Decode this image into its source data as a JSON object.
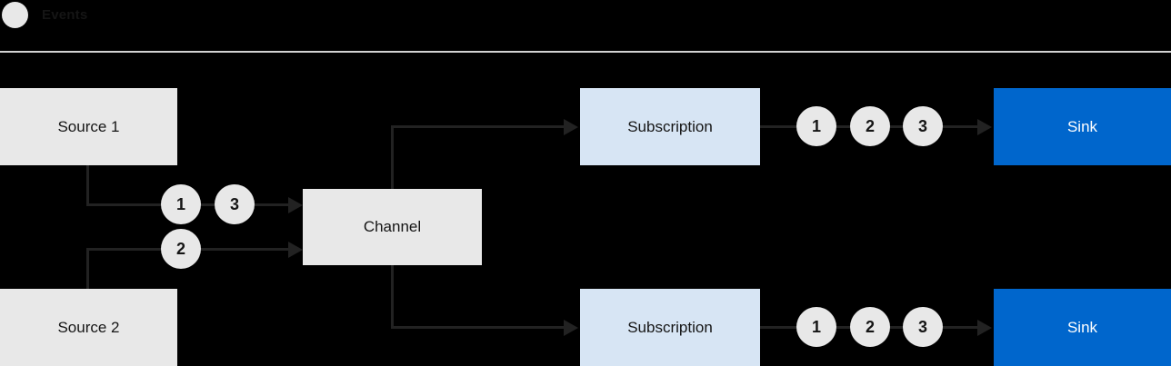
{
  "legend": {
    "label": "Events"
  },
  "nodes": {
    "source1": "Source 1",
    "source2": "Source 2",
    "channel": "Channel",
    "subscription_top": "Subscription",
    "subscription_bottom": "Subscription",
    "sink_top": "Sink",
    "sink_bottom": "Sink"
  },
  "event_circles": {
    "source1_to_channel": [
      "1",
      "3"
    ],
    "source2_to_channel": [
      "2"
    ],
    "subscription_top_to_sink": [
      "1",
      "2",
      "3"
    ],
    "subscription_bottom_to_sink": [
      "1",
      "2",
      "3"
    ]
  },
  "colors": {
    "background": "#000000",
    "node_gray": "#e8e8e8",
    "subscription_blue_light": "#d7e5f4",
    "sink_blue": "#0066cc",
    "text_dark": "#151515",
    "sink_text": "#ffffff",
    "connector_line": "#222222",
    "divider": "#d2d2d2"
  }
}
